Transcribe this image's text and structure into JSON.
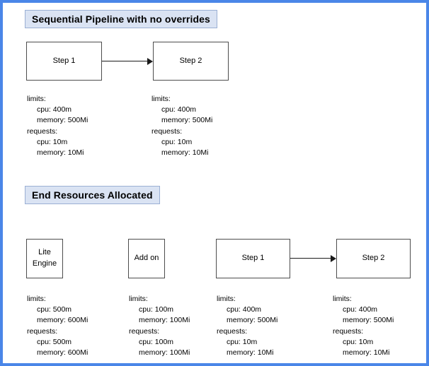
{
  "diagram": {
    "border_color": "#4a86e8",
    "badge_fill": "#dae3f3",
    "badge_border": "#9bb0d4",
    "node_border": "#4d4d4d",
    "sections": [
      {
        "title": "Sequential Pipeline with no overrides"
      },
      {
        "title": "End Resources Allocated"
      }
    ]
  },
  "pipeline_top": {
    "nodes": [
      {
        "label": "Step 1"
      },
      {
        "label": "Step 2"
      }
    ],
    "specs": [
      {
        "limits_label": "limits:",
        "limits_cpu": "cpu: 400m",
        "limits_memory": "memory: 500Mi",
        "requests_label": "requests:",
        "requests_cpu": "cpu: 10m",
        "requests_memory": "memory: 10Mi"
      },
      {
        "limits_label": "limits:",
        "limits_cpu": "cpu: 400m",
        "limits_memory": "memory: 500Mi",
        "requests_label": "requests:",
        "requests_cpu": "cpu: 10m",
        "requests_memory": "memory: 10Mi"
      }
    ]
  },
  "pipeline_bottom": {
    "nodes": [
      {
        "line1": "Lite",
        "line2": "Engine"
      },
      {
        "line1": "Add on",
        "line2": ""
      },
      {
        "line1": "Step 1",
        "line2": ""
      },
      {
        "line1": "Step 2",
        "line2": ""
      }
    ],
    "specs": [
      {
        "limits_label": "limits:",
        "limits_cpu": "cpu: 500m",
        "limits_memory": "memory: 600Mi",
        "requests_label": "requests:",
        "requests_cpu": "cpu: 500m",
        "requests_memory": "memory: 600Mi"
      },
      {
        "limits_label": "limits:",
        "limits_cpu": "cpu: 100m",
        "limits_memory": "memory: 100Mi",
        "requests_label": "requests:",
        "requests_cpu": "cpu: 100m",
        "requests_memory": "memory: 100Mi"
      },
      {
        "limits_label": "limits:",
        "limits_cpu": "cpu: 400m",
        "limits_memory": "memory: 500Mi",
        "requests_label": "requests:",
        "requests_cpu": "cpu: 10m",
        "requests_memory": "memory: 10Mi"
      },
      {
        "limits_label": "limits:",
        "limits_cpu": "cpu: 400m",
        "limits_memory": "memory: 500Mi",
        "requests_label": "requests:",
        "requests_cpu": "cpu: 10m",
        "requests_memory": "memory: 10Mi"
      }
    ]
  }
}
